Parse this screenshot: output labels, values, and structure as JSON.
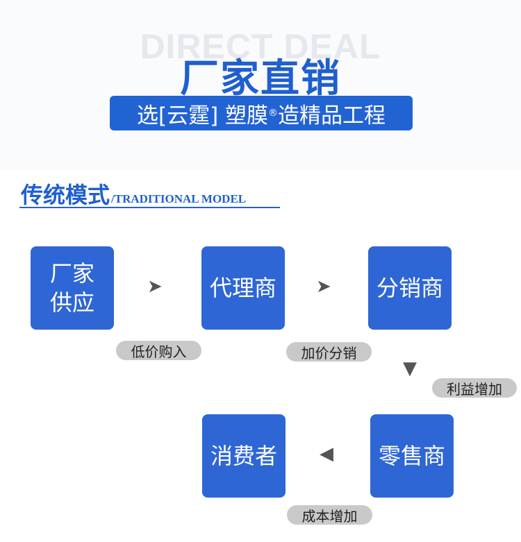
{
  "header": {
    "bg_word": "DIRECT DEAL",
    "title": "厂家直销",
    "subtitle_prefix": "选[云霆] 塑膜",
    "subtitle_mark": "®",
    "subtitle_suffix": "造精品工程"
  },
  "section": {
    "title_cn": "传统模式",
    "title_en": "/TRADITIONAL MODEL"
  },
  "flow": {
    "nodes": {
      "factory_line1": "厂家",
      "factory_line2": "供应",
      "agent": "代理商",
      "distributor": "分销商",
      "retailer": "零售商",
      "consumer": "消费者"
    },
    "arrows": {
      "right": "➤",
      "down": "▼",
      "left": "◀"
    },
    "labels": {
      "low_buy": "低价购入",
      "markup_distribute": "加价分销",
      "profit_increase": "利益增加",
      "cost_increase": "成本增加"
    }
  }
}
